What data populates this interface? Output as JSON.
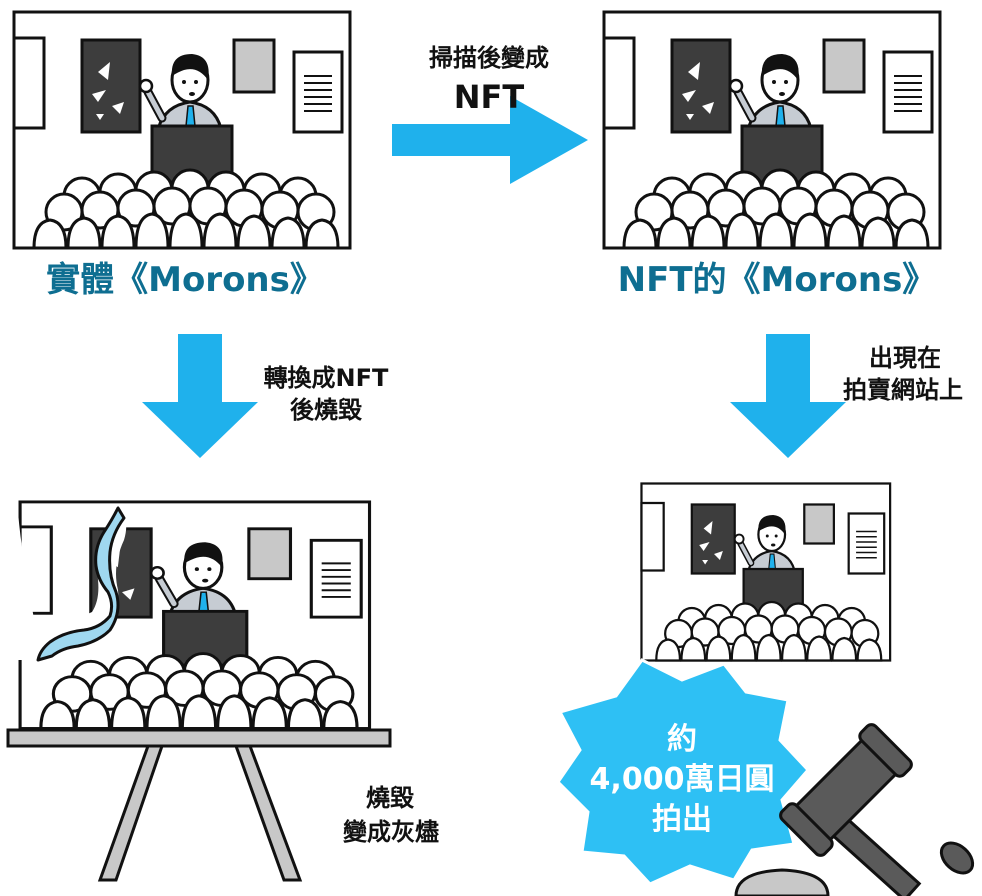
{
  "labels": {
    "physical_title": "實體《Morons》",
    "nft_title": "NFT的《Morons》",
    "scan_line1": "掃描後變成",
    "scan_line2": "NFT",
    "convert_line1": "轉換成NFT",
    "convert_line2": "後燒毀",
    "appear_line1": "出現在",
    "appear_line2": "拍賣網站上",
    "burn_line1": "燒毀",
    "burn_line2": "變成灰燼",
    "price_line1": "約",
    "price_line2": "4,000萬日圓",
    "price_line3": "拍出"
  },
  "colors": {
    "arrow": "#1fb1ec",
    "title_text": "#0e6e91",
    "flame": "#9fd8f0",
    "burst": "#2ec0f4",
    "gavel": "#5a5a5a",
    "panel_dark": "#3d3d3d",
    "panel_light": "#c8c8c8",
    "shirt": "#c6ccd3",
    "tie": "#1fb1ec"
  },
  "icons": [
    "painting-icon",
    "presenter-icon",
    "audience-icon",
    "flame-icon",
    "easel-icon",
    "gavel-icon",
    "burst-icon",
    "arrow-icon"
  ]
}
